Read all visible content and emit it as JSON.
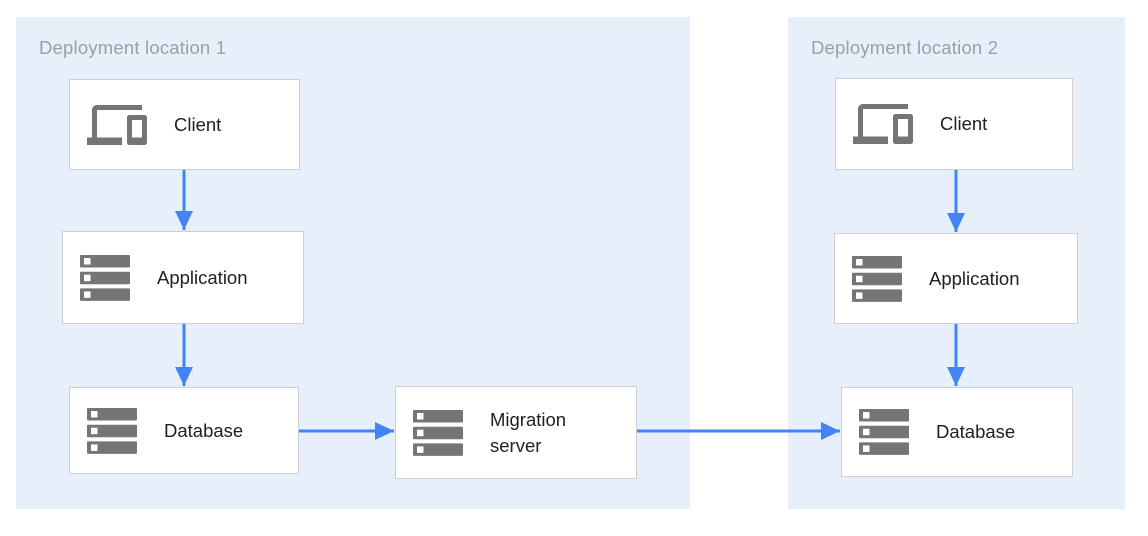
{
  "diagram": {
    "regions": [
      {
        "id": "deployment-location-1",
        "title": "Deployment location 1"
      },
      {
        "id": "deployment-location-2",
        "title": "Deployment location 2"
      }
    ],
    "nodes": [
      {
        "id": "client-1",
        "label": "Client",
        "icon": "devices-icon",
        "region": "Deployment location 1"
      },
      {
        "id": "application-1",
        "label": "Application",
        "icon": "server-icon",
        "region": "Deployment location 1"
      },
      {
        "id": "database-1",
        "label": "Database",
        "icon": "server-icon",
        "region": "Deployment location 1"
      },
      {
        "id": "migration-server",
        "label": "Migration server",
        "icon": "server-icon",
        "region": "Deployment location 1"
      },
      {
        "id": "client-2",
        "label": "Client",
        "icon": "devices-icon",
        "region": "Deployment location 2"
      },
      {
        "id": "application-2",
        "label": "Application",
        "icon": "server-icon",
        "region": "Deployment location 2"
      },
      {
        "id": "database-2",
        "label": "Database",
        "icon": "server-icon",
        "region": "Deployment location 2"
      }
    ],
    "edges": [
      {
        "from": "client-1",
        "to": "application-1"
      },
      {
        "from": "application-1",
        "to": "database-1"
      },
      {
        "from": "database-1",
        "to": "migration-server"
      },
      {
        "from": "migration-server",
        "to": "database-2"
      },
      {
        "from": "client-2",
        "to": "application-2"
      },
      {
        "from": "application-2",
        "to": "database-2"
      }
    ],
    "colors": {
      "region_background": "#E7EFFA",
      "arrow": "#4284F4",
      "box_background": "#FFFFFF",
      "box_border": "#CFCFCF",
      "icon_gray": "#757575",
      "label_text": "#212121",
      "region_title_text": "#9AA0A6"
    }
  }
}
